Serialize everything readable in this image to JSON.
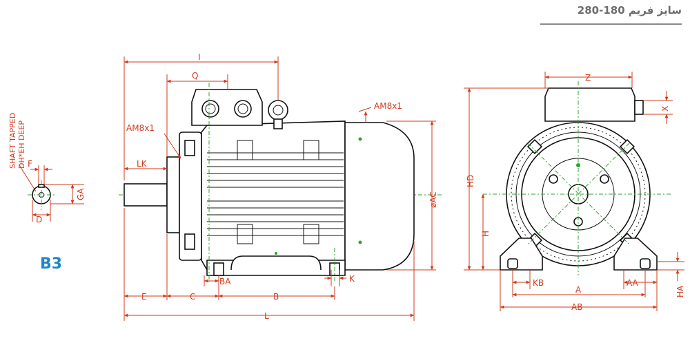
{
  "header": {
    "title": "سایز فریم 180-280"
  },
  "side_label": "B3",
  "shaft_detail": {
    "vertical_note_1": "SHAFT TAPPED",
    "vertical_note_2": "DH*EH DEEP",
    "labels": {
      "F": "F",
      "GA": "GA",
      "D": "D"
    }
  },
  "side_view": {
    "labels": {
      "I": "I",
      "Q": "Q",
      "AM_top": "AM8x1",
      "AM_left": "AM8x1",
      "LK": "LK",
      "AC": "øAC",
      "BA": "BA",
      "K": "K",
      "E": "E",
      "C": "C",
      "B": "B",
      "L": "L"
    }
  },
  "end_view": {
    "labels": {
      "Z": "Z",
      "X": "X",
      "HD": "HD",
      "H": "H",
      "KB": "KB",
      "A": "A",
      "AA": "AA",
      "HA": "HA",
      "AB": "AB"
    }
  },
  "colors": {
    "dimension": "#d23a1a",
    "centerline": "#2aa52a",
    "outline": "#111111",
    "label_blue": "#1f86c8",
    "title_gray": "#6d6d6d"
  }
}
